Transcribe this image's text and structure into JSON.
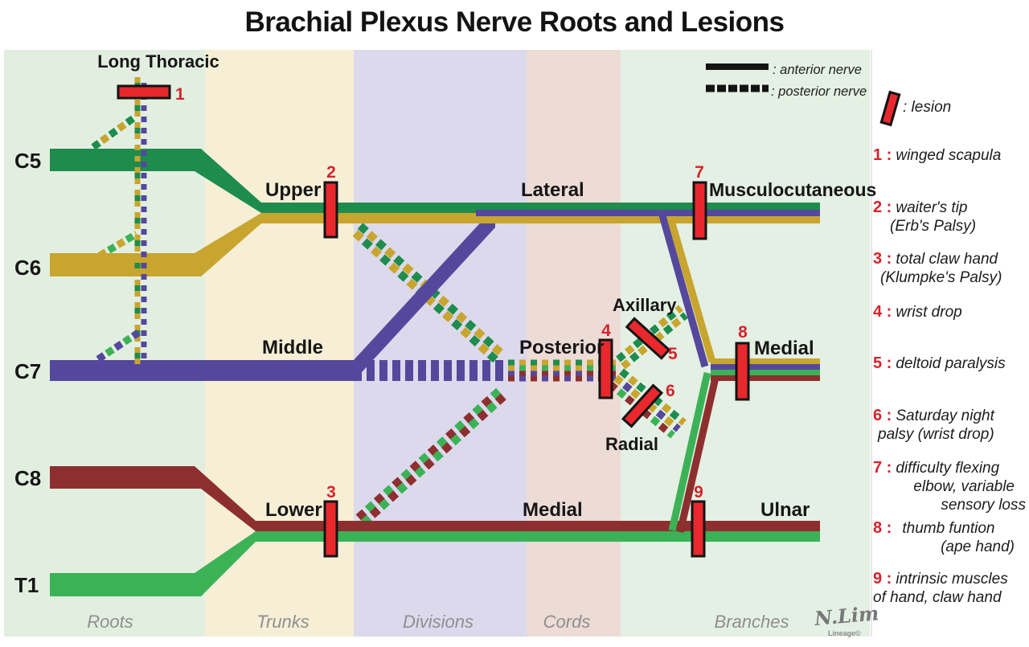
{
  "title": "Brachial Plexus Nerve Roots and Lesions",
  "top_legend": {
    "anterior": ": anterior nerve",
    "posterior": ": posterior nerve"
  },
  "roots": {
    "c5": "C5",
    "c6": "C6",
    "c7": "C7",
    "c8": "C8",
    "t1": "T1"
  },
  "labels": {
    "long_thoracic": "Long Thoracic",
    "upper": "Upper",
    "middle": "Middle",
    "lower": "Lower",
    "lateral": "Lateral",
    "posterior": "Posterior",
    "medial_cord": "Medial",
    "axillary": "Axillary",
    "radial": "Radial",
    "musculocutaneous": "Musculocutaneous",
    "medial_branch": "Medial",
    "ulnar": "Ulnar"
  },
  "stages": {
    "roots": "Roots",
    "trunks": "Trunks",
    "divisions": "Divisions",
    "cords": "Cords",
    "branches": "Branches"
  },
  "lesion_marks": [
    "1",
    "2",
    "3",
    "4",
    "5",
    "6",
    "7",
    "8",
    "9"
  ],
  "sidebar": {
    "lesion_label": ": lesion",
    "items": [
      {
        "num": "1 :",
        "lines": [
          "winged scapula"
        ]
      },
      {
        "num": "2 :",
        "lines": [
          "waiter's tip",
          "(Erb's Palsy)"
        ]
      },
      {
        "num": "3 :",
        "lines": [
          "total claw hand",
          "(Klumpke's Palsy)"
        ]
      },
      {
        "num": "4 :",
        "lines": [
          "wrist drop"
        ]
      },
      {
        "num": "5 :",
        "lines": [
          "deltoid paralysis"
        ]
      },
      {
        "num": "6 :",
        "lines": [
          "Saturday night",
          "palsy (wrist drop)"
        ]
      },
      {
        "num": "7 :",
        "lines": [
          "difficulty flexing",
          "elbow, variable",
          "sensory loss"
        ]
      },
      {
        "num": "8 :",
        "lines": [
          "thumb funtion",
          "(ape hand)"
        ]
      },
      {
        "num": "9 :",
        "lines": [
          "intrinsic muscles",
          "of hand, claw hand"
        ]
      }
    ]
  },
  "signature": {
    "name": "N.Lim",
    "lineage": "Lineage©"
  },
  "colors": {
    "c5_green": "#1e8c4d",
    "c6_gold": "#c8a52e",
    "c7_purple": "#55489c",
    "c8_darkred": "#8e2f2f",
    "t1_green": "#3cb257",
    "lesion_red": "#e8282d",
    "outline_black": "#131313",
    "bg_roots": "#e2efe0",
    "bg_trunks": "#f6efd6",
    "bg_divisions": "#dcd9ec",
    "bg_cords": "#eddbd6",
    "bg_branches": "#e3f0e3"
  }
}
